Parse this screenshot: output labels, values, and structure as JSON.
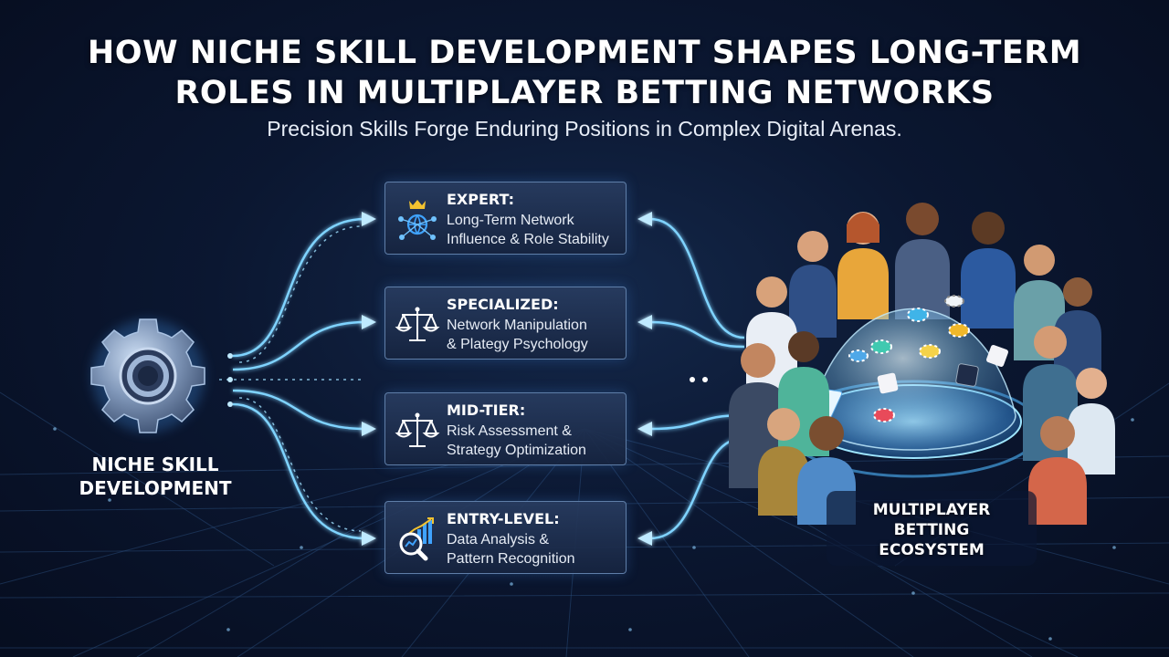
{
  "header": {
    "title_lines": [
      "HOW NICHE SKILL DEVELOPMENT SHAPES LONG-TERM",
      "ROLES IN MULTIPLAYER BETTING NETWORKS"
    ],
    "subtitle": "Precision Skills Forge Enduring Positions in Complex Digital Arenas."
  },
  "source_node": {
    "icon": "gear-icon",
    "label_lines": [
      "NICHE SKILL",
      "DEVELOPMENT"
    ]
  },
  "tiers": [
    {
      "level": "EXPERT:",
      "icon": "crown-network-icon",
      "desc_lines": [
        "Long-Term Network",
        "Influence & Role Stability"
      ]
    },
    {
      "level": "SPECIALIZED:",
      "icon": "balance-scale-icon",
      "desc_lines": [
        "Network Manipulation",
        "& Plategy Psychology"
      ]
    },
    {
      "level": "MID-TIER:",
      "icon": "balance-scale-icon",
      "desc_lines": [
        "Risk Assessment &",
        "Strategy Optimization"
      ]
    },
    {
      "level": "ENTRY-LEVEL:",
      "icon": "chart-magnifier-icon",
      "desc_lines": [
        "Data Analysis &",
        "Pattern Recognition"
      ]
    }
  ],
  "ecosystem": {
    "icon": "crowd-globe-illustration",
    "label_lines": [
      "MULTIPLAYER",
      "BETTING",
      "ECOSYSTEM"
    ]
  },
  "colors": {
    "background": "#0b1731",
    "glow": "#7fd3ff",
    "box_border": "#5f7ea8",
    "crown": "#f2c230"
  }
}
